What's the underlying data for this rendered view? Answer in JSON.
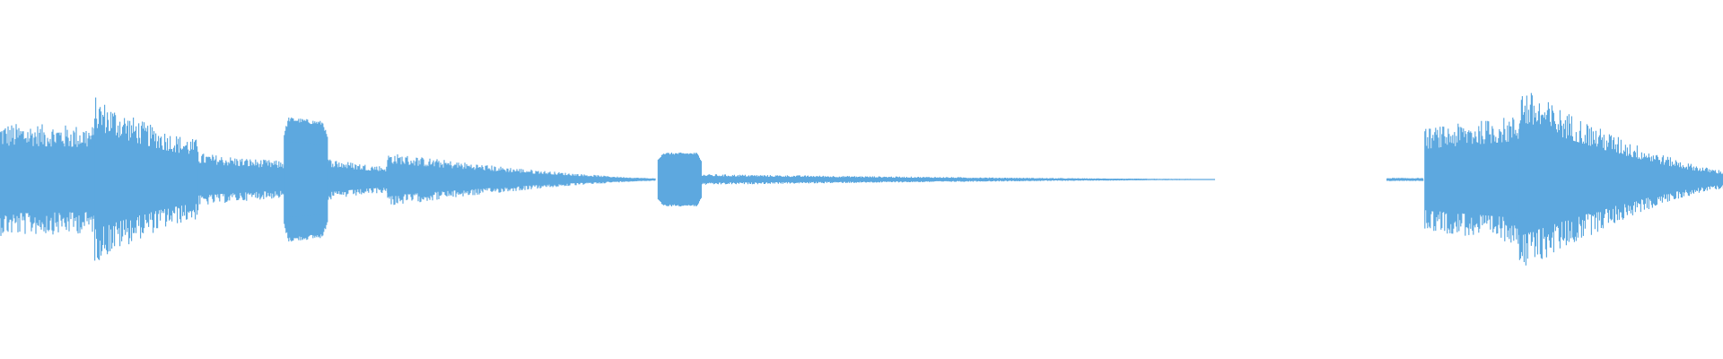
{
  "waveform": {
    "color": "#5DA8DF",
    "background": "#FFFFFF",
    "segments": [
      {
        "name": "segment-1",
        "start": 0.0,
        "end": 0.055,
        "amp_start": 0.42,
        "amp_end": 0.4,
        "shape": "flat"
      },
      {
        "name": "segment-2",
        "start": 0.055,
        "end": 0.115,
        "amp_start": 0.62,
        "amp_end": 0.3,
        "shape": "decay"
      },
      {
        "name": "segment-3",
        "start": 0.115,
        "end": 0.165,
        "amp_start": 0.2,
        "amp_end": 0.14,
        "shape": "decay"
      },
      {
        "name": "segment-4",
        "start": 0.165,
        "end": 0.19,
        "amp_start": 0.47,
        "amp_end": 0.43,
        "shape": "blob"
      },
      {
        "name": "segment-5",
        "start": 0.19,
        "end": 0.225,
        "amp_start": 0.16,
        "amp_end": 0.1,
        "shape": "decay"
      },
      {
        "name": "segment-6",
        "start": 0.225,
        "end": 0.38,
        "amp_start": 0.2,
        "amp_end": 0.01,
        "shape": "decay"
      },
      {
        "name": "segment-7",
        "start": 0.382,
        "end": 0.407,
        "amp_start": 0.2,
        "amp_end": 0.2,
        "shape": "blob"
      },
      {
        "name": "segment-8",
        "start": 0.407,
        "end": 0.705,
        "amp_start": 0.04,
        "amp_end": 0.004,
        "shape": "decay"
      },
      {
        "name": "segment-9",
        "start": 0.805,
        "end": 0.826,
        "amp_start": 0.012,
        "amp_end": 0.012,
        "shape": "flat"
      },
      {
        "name": "segment-10",
        "start": 0.827,
        "end": 0.882,
        "amp_start": 0.38,
        "amp_end": 0.48,
        "shape": "grow"
      },
      {
        "name": "segment-11",
        "start": 0.882,
        "end": 1.0,
        "amp_start": 0.7,
        "amp_end": 0.07,
        "shape": "decay"
      }
    ]
  }
}
